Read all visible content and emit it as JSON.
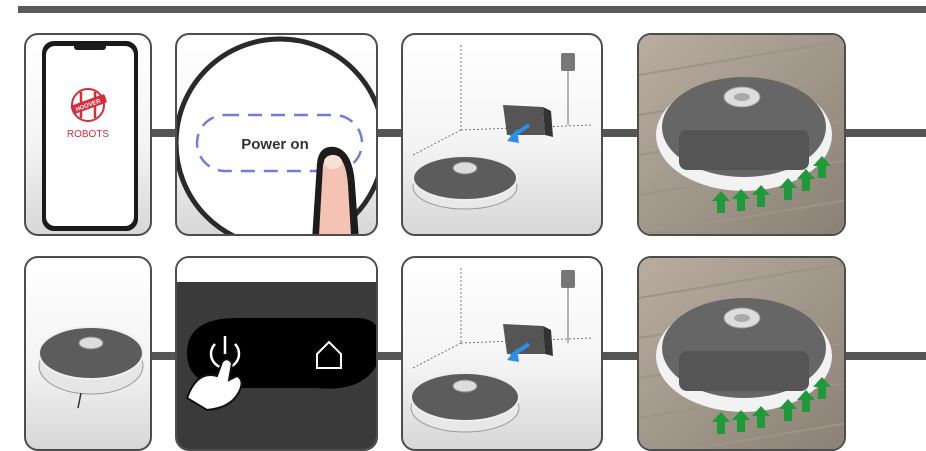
{
  "app": {
    "brand_text": "ROBOTS",
    "logo_text": "HOOVER"
  },
  "steps": {
    "power_on_label": "Power on"
  },
  "colors": {
    "frame": "#4d4d4d",
    "connector": "#555555",
    "hoover_red": "#d62d3a",
    "dashed_blue": "#6f7fe0",
    "arrow_green": "#1f9a3a",
    "dock_arrow_blue": "#2a8fe8",
    "panel_dark": "#3a3a3a"
  },
  "icons": [
    "phone-icon",
    "finger-icon",
    "power-icon",
    "home-icon",
    "hand-icon",
    "charging-dock-icon",
    "robot-vacuum-icon",
    "arrow-up-icon"
  ]
}
